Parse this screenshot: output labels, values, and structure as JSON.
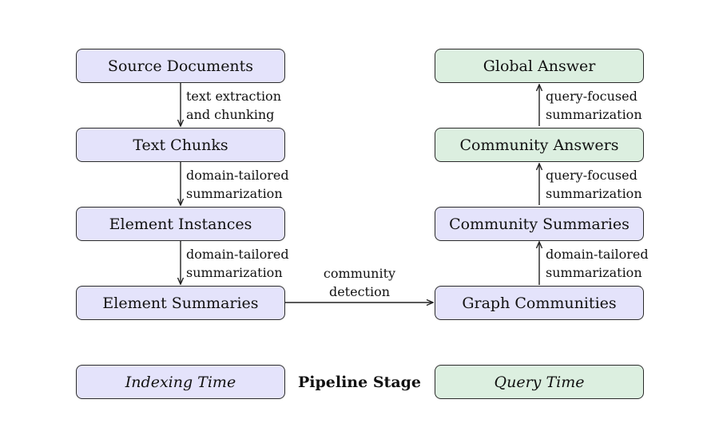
{
  "nodes": {
    "source_documents": "Source Documents",
    "text_chunks": "Text Chunks",
    "element_instances": "Element Instances",
    "element_summaries": "Element Summaries",
    "graph_communities": "Graph Communities",
    "community_summaries": "Community Summaries",
    "community_answers": "Community Answers",
    "global_answer": "Global Answer"
  },
  "edges": {
    "e1": [
      "text extraction",
      "and chunking"
    ],
    "e2": [
      "domain-tailored",
      "summarization"
    ],
    "e3": [
      "domain-tailored",
      "summarization"
    ],
    "e4": [
      "community",
      "detection"
    ],
    "e5": [
      "domain-tailored",
      "summarization"
    ],
    "e6": [
      "query-focused",
      "summarization"
    ],
    "e7": [
      "query-focused",
      "summarization"
    ]
  },
  "legend": {
    "indexing": "Indexing Time",
    "title": "Pipeline Stage",
    "query": "Query Time"
  },
  "colors": {
    "indexing_fill": "#e4e3fb",
    "query_fill": "#dcefe0",
    "stroke": "#2b2b2b"
  }
}
